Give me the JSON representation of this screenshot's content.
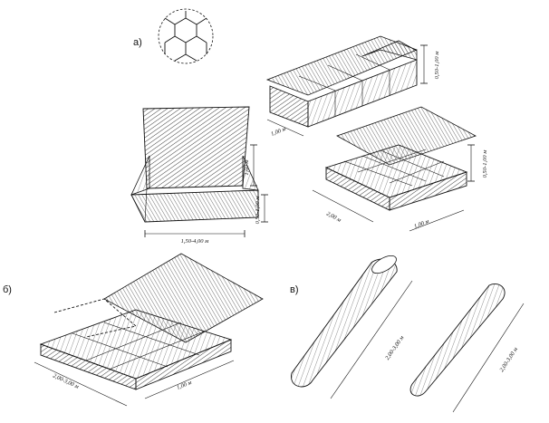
{
  "labels": {
    "a": "а)",
    "b": "б)",
    "v": "в)"
  },
  "dimensions": {
    "box_height_top": "0,50-1,00 м",
    "box_width_top": "1,00 м",
    "panel_height": "1,00 м",
    "panel_depth": "0,50-1,00 м",
    "panel_length": "1,50-4,00 м",
    "mattress_top_height": "0,50-1,00 м",
    "mattress_top_length": "2,00 м",
    "mattress_top_width": "1,00 м",
    "mattress_b_length": "2,00-3,00 м",
    "mattress_b_width": "1,00 м",
    "sack1_length": "2,00-3,00 м",
    "sack2_length": "2,00-3,00 м"
  }
}
